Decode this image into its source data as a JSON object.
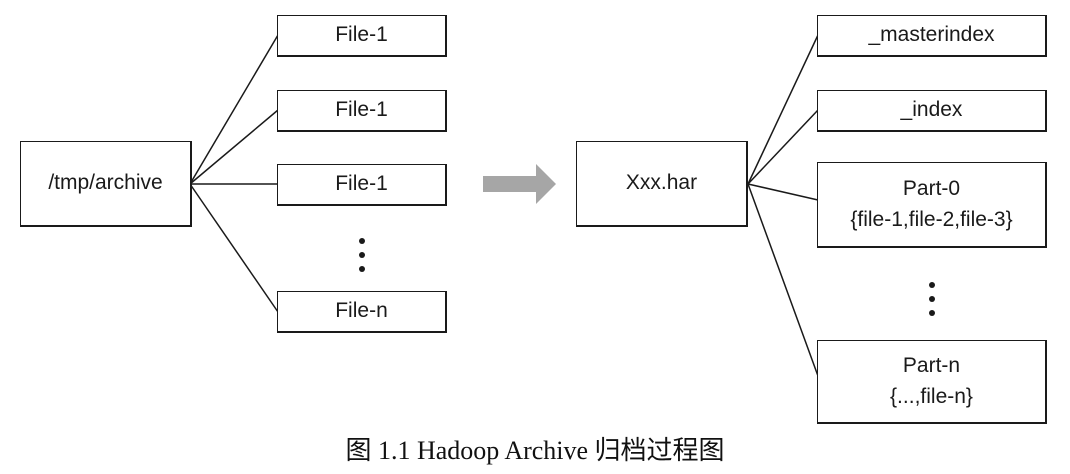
{
  "source": {
    "label": "/tmp/archive"
  },
  "files": [
    {
      "label": "File-1"
    },
    {
      "label": "File-1"
    },
    {
      "label": "File-1"
    },
    {
      "label": "File-n"
    }
  ],
  "archive": {
    "label": "Xxx.har"
  },
  "outputs": [
    {
      "label": "_masterindex"
    },
    {
      "label": "_index"
    },
    {
      "label": "Part-0",
      "sub": "{file-1,file-2,file-3}"
    },
    {
      "label": "Part-n",
      "sub": "{...,file-n}"
    }
  ],
  "colors": {
    "arrow": "#a6a6a6",
    "line": "#1a1a1a"
  },
  "caption": "图 1.1 Hadoop Archive 归档过程图"
}
